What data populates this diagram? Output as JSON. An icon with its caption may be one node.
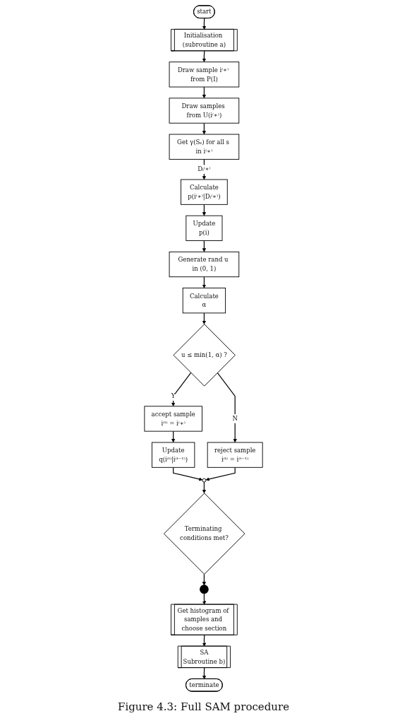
{
  "diagram": {
    "caption": "Figure 4.3: Full SAM procedure",
    "nodes": [
      {
        "text": [
          "start"
        ]
      },
      {
        "text": [
          "Initialisation (subroutine a)"
        ]
      },
      {
        "text": [
          "Draw sample i⁽∗⁾ from P(I)"
        ]
      },
      {
        "text": [
          "Draw samples from U(i⁽∗⁾)"
        ]
      },
      {
        "text": [
          "Get γ(Sₛ) for all s in i⁽∗⁾"
        ]
      },
      {
        "text": [
          "Calculate",
          "p(i⁽∗⁾|Dᵢ⁽∗⁾)"
        ]
      },
      {
        "text": [
          "reject sample",
          "i⁽ᵗ⁾ = i⁽ᵗ⁻¹⁾"
        ]
      },
      {
        "text": [
          "Update",
          "p(i)"
        ]
      },
      {
        "text": [
          "u ≤ min(1, α) ?"
        ]
      },
      {
        "text": [
          "Calculate",
          "α"
        ]
      },
      {
        "text": [
          "Generate rand u in (0, 1)"
        ]
      },
      {
        "text": [
          "accept sample",
          "i⁽ᵗ⁾ = i⁽∗⁾"
        ]
      },
      {
        "text": [
          "Update",
          "q(i⁽ᵗ⁾|i⁽ᵗ⁻¹⁾)"
        ]
      },
      {
        "text": [],
        "shape": "circle"
      },
      {
        "text": [
          "Terminating conditions met?"
        ]
      },
      {
        "text": [],
        "shape": "circle"
      },
      {
        "text": [
          "Get histogram of samples and choose section"
        ]
      },
      {
        "text": [
          "SA",
          "Subroutine b)"
        ]
      },
      {
        "text": [
          "terminate"
        ]
      }
    ],
    "edges": [
      {
        "from": 0,
        "to": 1,
        "arrow": "to"
      },
      {
        "from": 1,
        "to": 2,
        "arrow": "to"
      },
      {
        "from": 2,
        "to": 3,
        "arrow": "to"
      },
      {
        "from": 3,
        "to": 4,
        "arrow": "to"
      },
      {
        "from": 4,
        "to": 5,
        "arrow": "to",
        "label": "Dᵢ⁽∗⁾"
      },
      {
        "from": 5,
        "to": 7,
        "arrow": "to"
      },
      {
        "from": 7,
        "to": 10,
        "arrow": "to"
      },
      {
        "from": 10,
        "to": 9,
        "arrow": "to"
      },
      {
        "from": 9,
        "to": 8,
        "arrow": "to"
      },
      {
        "from": 8,
        "to": 6,
        "arrow": "to",
        "label": "N"
      },
      {
        "from": 8,
        "to": 11,
        "arrow": "to",
        "label": "Y"
      },
      {
        "from": 11,
        "to": 12,
        "arrow": "to"
      },
      {
        "from": 12,
        "to": 13,
        "arrow": "to"
      },
      {
        "from": 6,
        "to": 13,
        "arrow": "to"
      },
      {
        "from": 13,
        "to": 14,
        "arrow": "to"
      },
      {
        "from": 14,
        "to": 15,
        "arrow": "to"
      },
      {
        "from": 15,
        "to": 16,
        "arrow": "to"
      },
      {
        "from": 16,
        "to": 17,
        "arrow": "to"
      },
      {
        "from": 17,
        "to": 18,
        "arrow": "to"
      }
    ]
  }
}
